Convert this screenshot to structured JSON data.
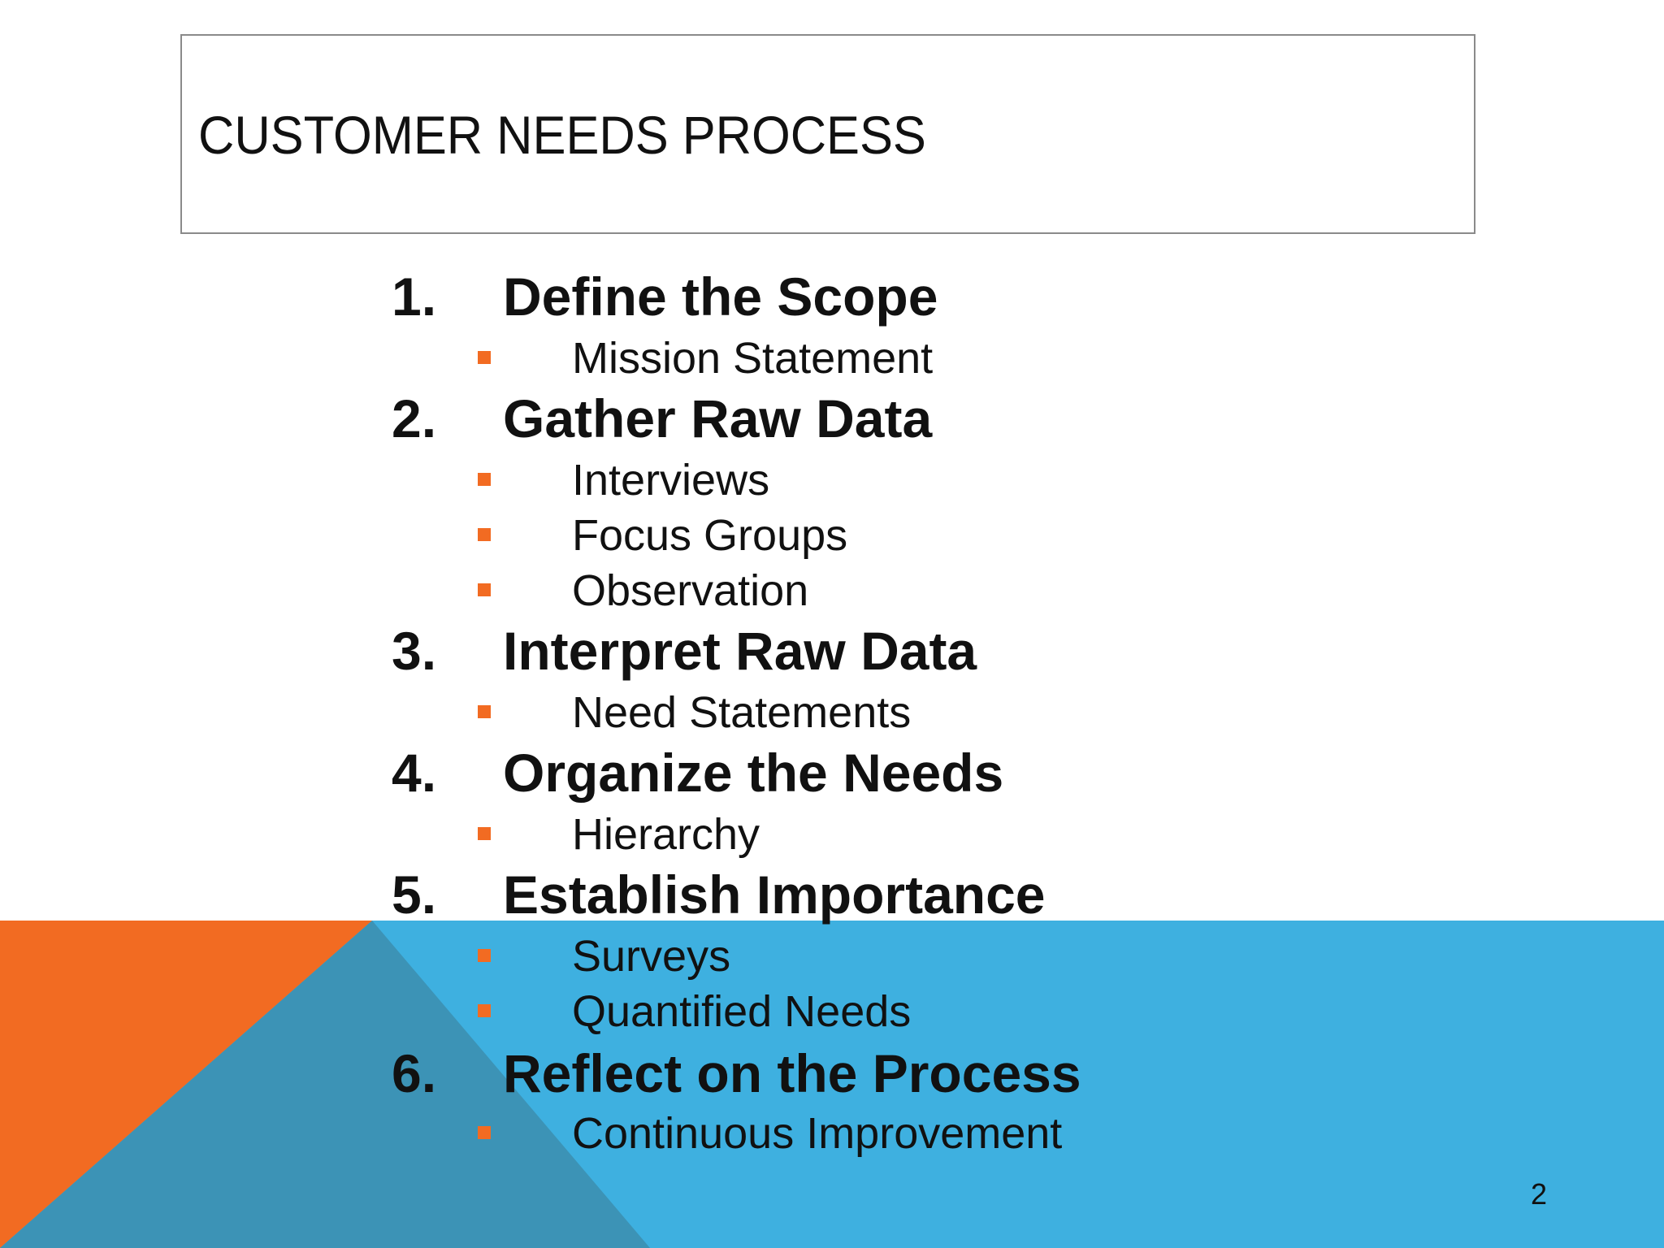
{
  "slide": {
    "title": "CUSTOMER NEEDS PROCESS",
    "page_number": "2",
    "accent_colors": {
      "orange": "#f26b22",
      "blue": "#3eb0e0",
      "overlap": "#3c93b6"
    }
  },
  "steps": [
    {
      "number": "1.",
      "label": "Define the Scope",
      "items": [
        "Mission Statement"
      ]
    },
    {
      "number": "2.",
      "label": "Gather Raw Data",
      "items": [
        "Interviews",
        "Focus Groups",
        "Observation"
      ]
    },
    {
      "number": "3.",
      "label": "Interpret Raw Data",
      "items": [
        "Need Statements"
      ]
    },
    {
      "number": "4.",
      "label": "Organize the Needs",
      "items": [
        "Hierarchy"
      ]
    },
    {
      "number": "5.",
      "label": "Establish Importance",
      "items": [
        "Surveys",
        "Quantified Needs"
      ]
    },
    {
      "number": "6.",
      "label": "Reflect on the Process",
      "items": [
        "Continuous Improvement"
      ]
    }
  ]
}
